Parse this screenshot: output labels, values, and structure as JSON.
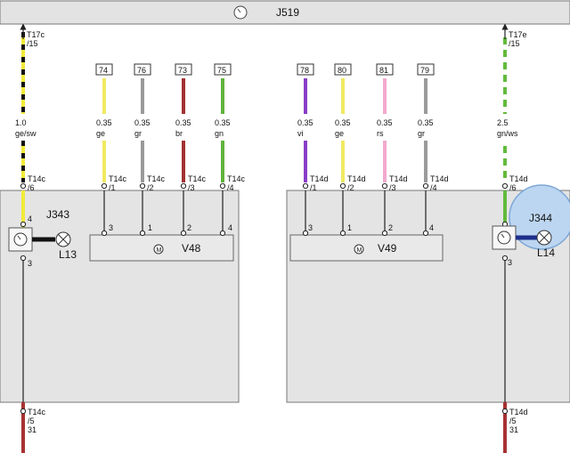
{
  "top_module": {
    "label": "J519"
  },
  "left_panel": {
    "module_label": "J343",
    "lamp_label": "L13",
    "motor_label": "V48",
    "motor_pins": [
      "3",
      "1",
      "2",
      "4"
    ],
    "module_pins": {
      "top": "4",
      "bottom": "3"
    }
  },
  "right_panel": {
    "module_label": "J344",
    "lamp_label": "L14",
    "motor_label": "V49",
    "motor_pins": [
      "3",
      "1",
      "2",
      "4"
    ],
    "module_pins": {
      "bottom": "3"
    }
  },
  "wires": [
    {
      "id": "w1",
      "top_a": "T17c",
      "top_b": "/15",
      "size": "1.0",
      "color_code": "ge/sw",
      "conn_a": "T14c",
      "conn_b": "/6",
      "color": "#f3ea3a",
      "stripe": "#111111"
    },
    {
      "id": "w2",
      "ref": "74",
      "size": "0.35",
      "color_code": "ge",
      "conn_a": "T14c",
      "conn_b": "/1",
      "color": "#f0ea60"
    },
    {
      "id": "w3",
      "ref": "76",
      "size": "0.35",
      "color_code": "gr",
      "conn_a": "T14c",
      "conn_b": "/2",
      "color": "#9a9a9a"
    },
    {
      "id": "w4",
      "ref": "73",
      "size": "0.35",
      "color_code": "br",
      "conn_a": "T14c",
      "conn_b": "/3",
      "color": "#a33131"
    },
    {
      "id": "w5",
      "ref": "75",
      "size": "0.35",
      "color_code": "gn",
      "conn_a": "T14c",
      "conn_b": "/4",
      "color": "#5fb43a"
    },
    {
      "id": "w6",
      "ref": "78",
      "size": "0.35",
      "color_code": "vi",
      "conn_a": "T14d",
      "conn_b": "/1",
      "color": "#8a3ec8"
    },
    {
      "id": "w7",
      "ref": "80",
      "size": "0.35",
      "color_code": "ge",
      "conn_a": "T14d",
      "conn_b": "/2",
      "color": "#f0ea60"
    },
    {
      "id": "w8",
      "ref": "81",
      "size": "0.35",
      "color_code": "rs",
      "conn_a": "T14d",
      "conn_b": "/3",
      "color": "#f2a9cf"
    },
    {
      "id": "w9",
      "ref": "79",
      "size": "0.35",
      "color_code": "gr",
      "conn_a": "T14d",
      "conn_b": "/4",
      "color": "#9a9a9a"
    },
    {
      "id": "w10",
      "top_a": "T17e",
      "top_b": "/15",
      "size": "2.5",
      "color_code": "gn/ws",
      "conn_a": "T14d",
      "conn_b": "/6",
      "color": "#62bb3c",
      "stripe": "#ffffff"
    }
  ],
  "ground_left": {
    "conn_a": "T14c",
    "conn_b": "/5",
    "code": "31",
    "color": "#a83232"
  },
  "ground_right": {
    "conn_a": "T14d",
    "conn_b": "/5",
    "code": "31",
    "color": "#a83232"
  }
}
